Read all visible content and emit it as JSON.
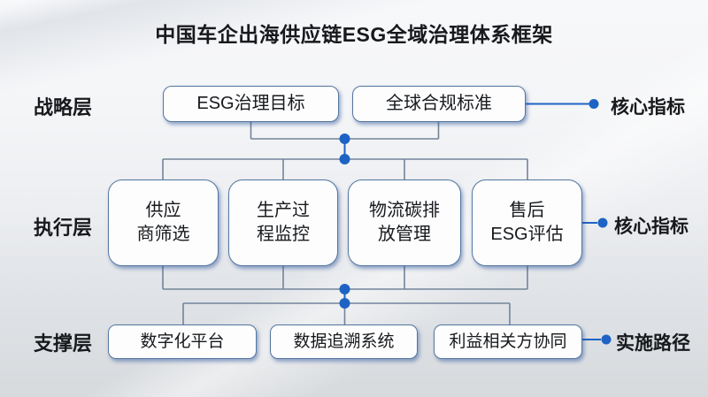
{
  "title": "中国车企出海供应链ESG全域治理体系框架",
  "layers": [
    {
      "label": "战略层",
      "side_label": "核心指标",
      "boxes": [
        "ESG治理目标",
        "全球合规标准"
      ]
    },
    {
      "label": "执行层",
      "side_label": "核心指标",
      "boxes": [
        "供应\n商筛选",
        "生产过\n程监控",
        "物流碳排\n放管理",
        "售后\nESG评估"
      ]
    },
    {
      "label": "支撑层",
      "side_label": "实施路径",
      "boxes": [
        "数字化平台",
        "数据追溯系统",
        "利益相关方协同"
      ]
    }
  ],
  "colors": {
    "accent_blue": "#1e63c4",
    "line_gray": "#73849a",
    "box_border": "#54779f",
    "box_fill": "#fdfdfe",
    "text_dark": "#17191c"
  }
}
